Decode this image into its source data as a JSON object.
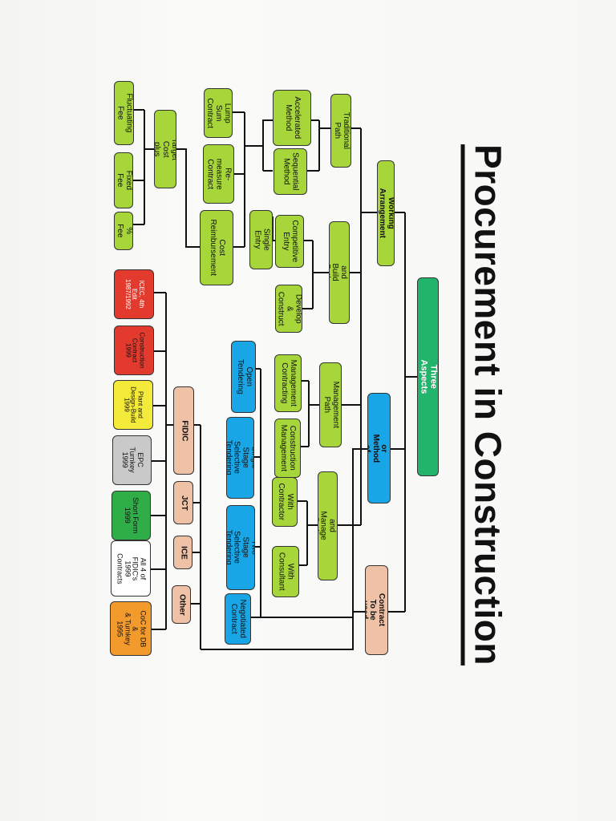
{
  "title": "Procurement in Construction",
  "colors": {
    "root": "#23b46b",
    "green": "#a6d639",
    "blue": "#19a6e6",
    "peach": "#efc2a8",
    "red": "#e23b2e",
    "yellow": "#f4ea39",
    "grey": "#c9c9c9",
    "dkgreen": "#2fae48",
    "white": "#ffffff",
    "orange": "#f39a2c"
  },
  "nodes": {
    "three_aspects": "Three Aspects",
    "working_arrangement": "Working Arrangement",
    "tendering_process": "Tendering Process or\nMethod of Selection",
    "form_of_contract": "Form of Contract\nTo be used",
    "traditional_path": "Traditional Path",
    "design_build_path": "Design and Build Path",
    "management_path": "Management Path",
    "design_manage_path": "Design and Manage Path",
    "accelerated_method": "Accelerated\nMethod",
    "sequential_method": "Sequential\nMethod",
    "competitive_entry": "Competitive\nEntry",
    "develop_construct": "Develop &\nConstruct",
    "single_entry": "Single Entry",
    "management_contracting": "Management\nContracting",
    "construction_management": "Construction\nManagement",
    "with_contractor": "With\nContractor",
    "with_consultant": "With\nConsultant",
    "lump_sum_contract": "Lump Sum\nContract",
    "remeasure_contract": "Re-measure\nContract",
    "cost_reimbursement": "Cost\nReimbursement",
    "target_cost_plus": "Target Cost plus",
    "fluctuating_fee": "Fluctuating Fee",
    "fixed_fee": "Fixed Fee",
    "percent_fee": "% Fee",
    "open_tendering": "Open Tendering",
    "single_stage": "Single Stage\nSelective Tendering",
    "two_stage": "Two Stage\nSelective Tendering",
    "negotiated_contract": "Negotiated\nContract",
    "fidic": "FIDIC",
    "jct": "JCT",
    "ice": "ICE",
    "other": "Other",
    "icec": "ICEC, 4th Edit\n1987/1992",
    "construction_contract": "Construction\nContract\n1999",
    "plant_design_build": "Plant and\nDesign-Build\n1999",
    "epc_turnkey": "EPC Turnkey\n1999",
    "short_form": "Short Form\n1999",
    "all4_fidic": "All 4 of FIDIC's\n1999 Contracts",
    "coc_db_turnkey": "CoC for DB &\n& Turnkey\n1995"
  }
}
